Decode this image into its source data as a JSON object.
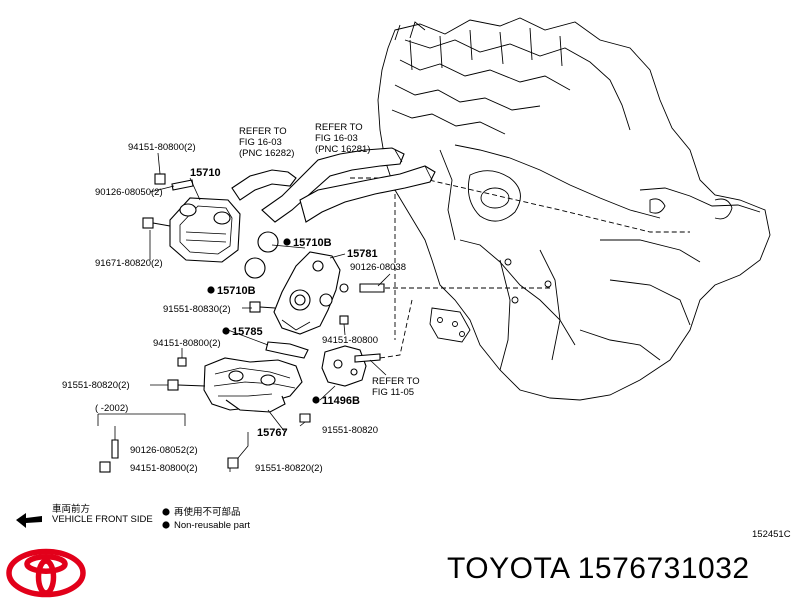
{
  "header": {
    "bracket_label": "(    -2002)"
  },
  "refer": [
    {
      "line1": "REFER TO",
      "line2": "FIG 16-03",
      "line3": "(PNC 16282)"
    },
    {
      "line1": "REFER TO",
      "line2": "FIG 16-03",
      "line3": "(PNC 16281)"
    },
    {
      "line1": "REFER TO",
      "line2": "FIG 11-05"
    }
  ],
  "parts": {
    "p94151_top": "94151-80800(2)",
    "p15710": "15710",
    "p90126_08050": "90126-08050(2)",
    "p91671": "91671-80820(2)",
    "p15710B_a": "15710B",
    "p15781": "15781",
    "p90126_08038": "90126-08038",
    "p15710B_b": "15710B",
    "p91551_80830": "91551-80830(2)",
    "p15785": "15785",
    "p94151_mid": "94151-80800(2)",
    "p94151_80800": "94151-80800",
    "p91551_80820_left": "91551-80820(2)",
    "p11496B": "11496B",
    "p15767": "15767",
    "p91551_80820_single": "91551-80820",
    "p90126_08052": "90126-08052(2)",
    "p94151_bottom": "94151-80800(2)",
    "p91551_80820_bottom": "91551-80820(2)"
  },
  "legend": {
    "vehicle_front_jp": "車両前方",
    "vehicle_front_en": "VEHICLE FRONT SIDE",
    "nonreuse_jp": "再使用不可部品",
    "nonreuse_en": "Non-reusable part"
  },
  "diagram_code": "152451C",
  "brand": {
    "caption": "TOYOTA 1576731032",
    "brand_color": "#e2001a"
  }
}
